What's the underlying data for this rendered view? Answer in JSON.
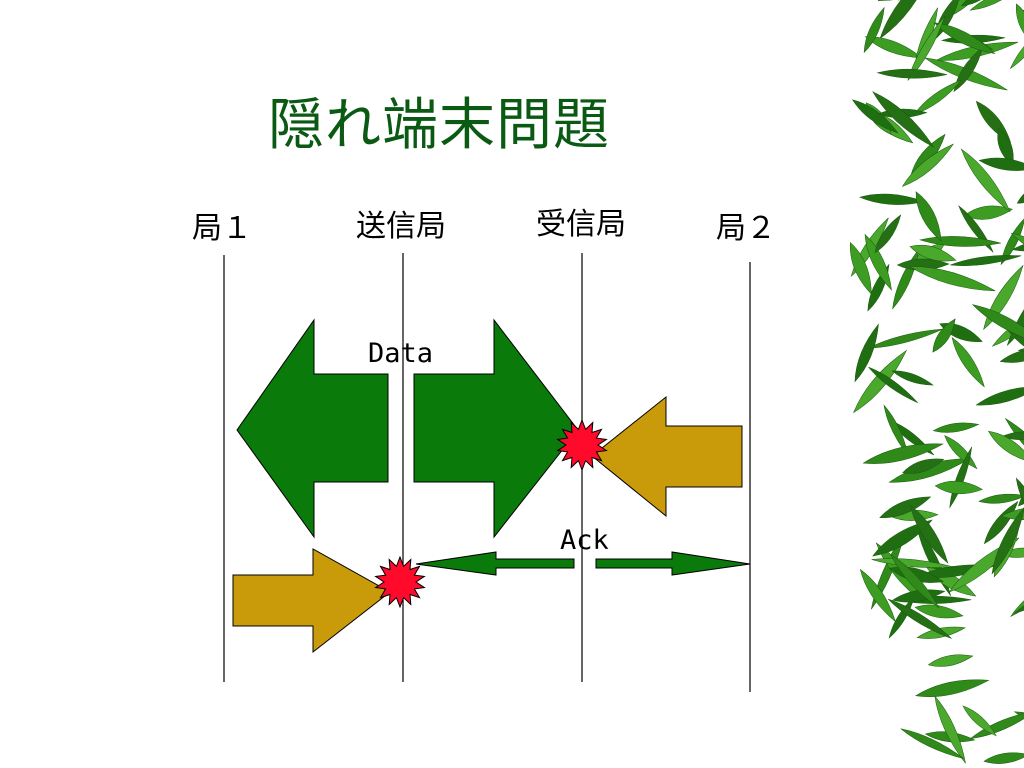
{
  "title": "隠れ端末問題",
  "stations": [
    {
      "id": "station-1",
      "label": "局１"
    },
    {
      "id": "sender",
      "label": "送信局"
    },
    {
      "id": "receiver",
      "label": "受信局"
    },
    {
      "id": "station-2",
      "label": "局２"
    }
  ],
  "labels": {
    "data": "Data",
    "ack": "Ack"
  },
  "colors": {
    "title": "#0b5a14",
    "data_arrow": "#0a7a0a",
    "interfering_arrow": "#c99a0a",
    "collision": "#ff0a2a",
    "ack_arrow": "#0a7a0a",
    "bamboo": "#2f8a1a"
  }
}
